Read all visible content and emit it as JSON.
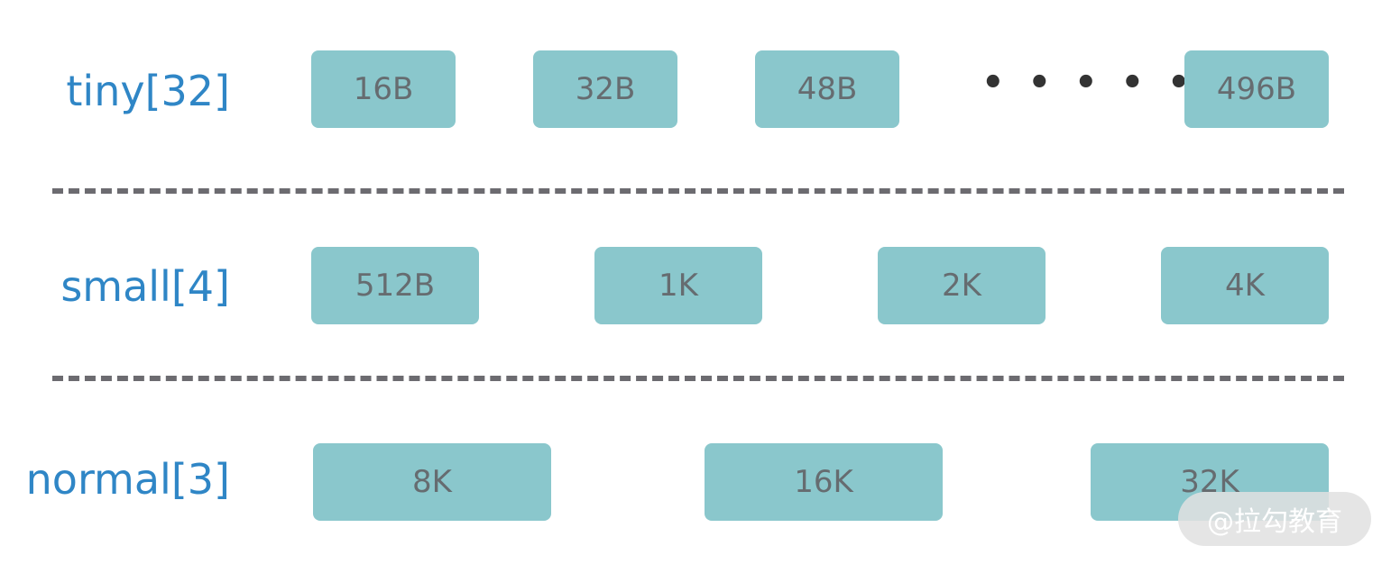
{
  "rows": [
    {
      "label": "tiny[32]",
      "cells": [
        "16B",
        "32B",
        "48B",
        "496B"
      ],
      "ellipsis": "• • • • • •"
    },
    {
      "label": "small[4]",
      "cells": [
        "512B",
        "1K",
        "2K",
        "4K"
      ]
    },
    {
      "label": "normal[3]",
      "cells": [
        "8K",
        "16K",
        "32K"
      ]
    }
  ],
  "watermark": "@拉勾教育",
  "colors": {
    "label": "#2f86c6",
    "cell_fill": "#8ac7cc",
    "cell_text": "#666c70",
    "divider": "#6c6b70"
  }
}
